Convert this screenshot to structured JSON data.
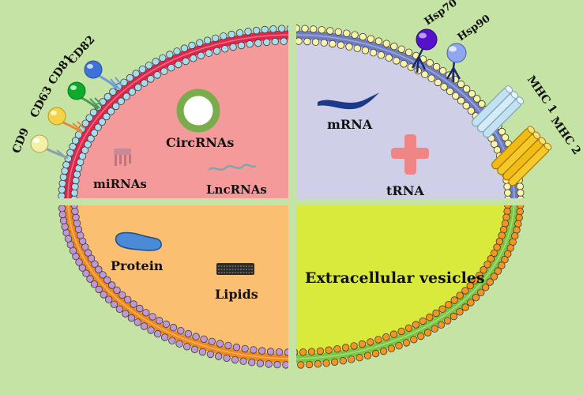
{
  "labels": {
    "cd9": "CD9",
    "cd63": "CD63",
    "cd81": "CD81",
    "cd82": "CD82",
    "hsp70": "Hsp70",
    "hsp90": "Hsp90",
    "mhc1": "MHC 1",
    "mhc2": "MHC 2",
    "circrnas": "CircRNAs",
    "mirnas": "miRNAs",
    "lncrnas": "LncRNAs",
    "mrna": "mRNA",
    "trna": "tRNA",
    "protein": "Protein",
    "lipids": "Lipids",
    "extracellular_vesicles": "Extracellular vesicles"
  },
  "colors": {
    "background": "#c5e3a5",
    "q1_fill": "#f49a9a",
    "q1_head": "#a7dcec",
    "q1_tail": "#e0264a",
    "q2_fill": "#cfd0e8",
    "q2_head": "#fbf3a6",
    "q2_tail": "#6e7cc2",
    "q3_fill": "#fbbf72",
    "q3_head": "#bf97d4",
    "q3_tail": "#f08a1a",
    "q4_fill": "#d9ea3c",
    "q4_head": "#f6951f",
    "q4_tail": "#7cc742"
  },
  "icons": [
    "circrna-ring-icon",
    "mirna-icon",
    "lncrna-icon",
    "mrna-icon",
    "trna-icon",
    "protein-icon",
    "lipid-icon",
    "tetraspanin-icon",
    "hsp-icon",
    "mhc-icon"
  ]
}
